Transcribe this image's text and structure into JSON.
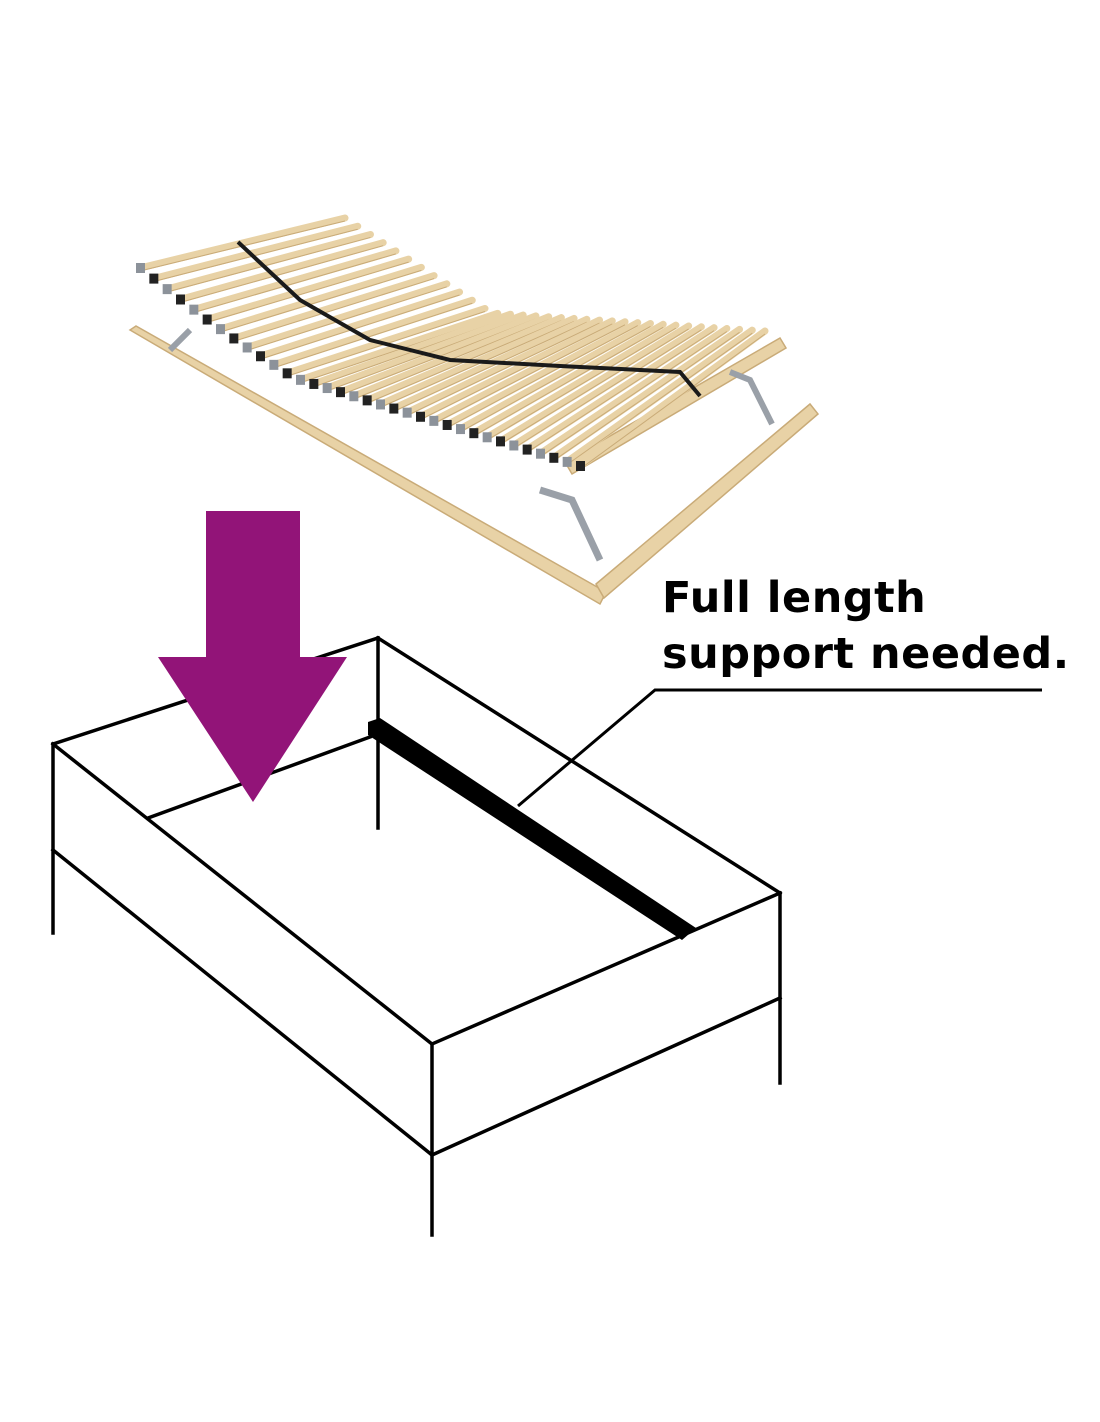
{
  "caption": {
    "line1": "Full length",
    "line2": "support needed."
  },
  "colors": {
    "arrow": "#921478",
    "line": "#000000",
    "wood": "#e8d2a6",
    "wood_edge": "#c9ab78",
    "bracket": "#9aa0a8"
  },
  "icons": {
    "arrow": "down-arrow-icon",
    "product": "slatted-bed-base-image"
  }
}
